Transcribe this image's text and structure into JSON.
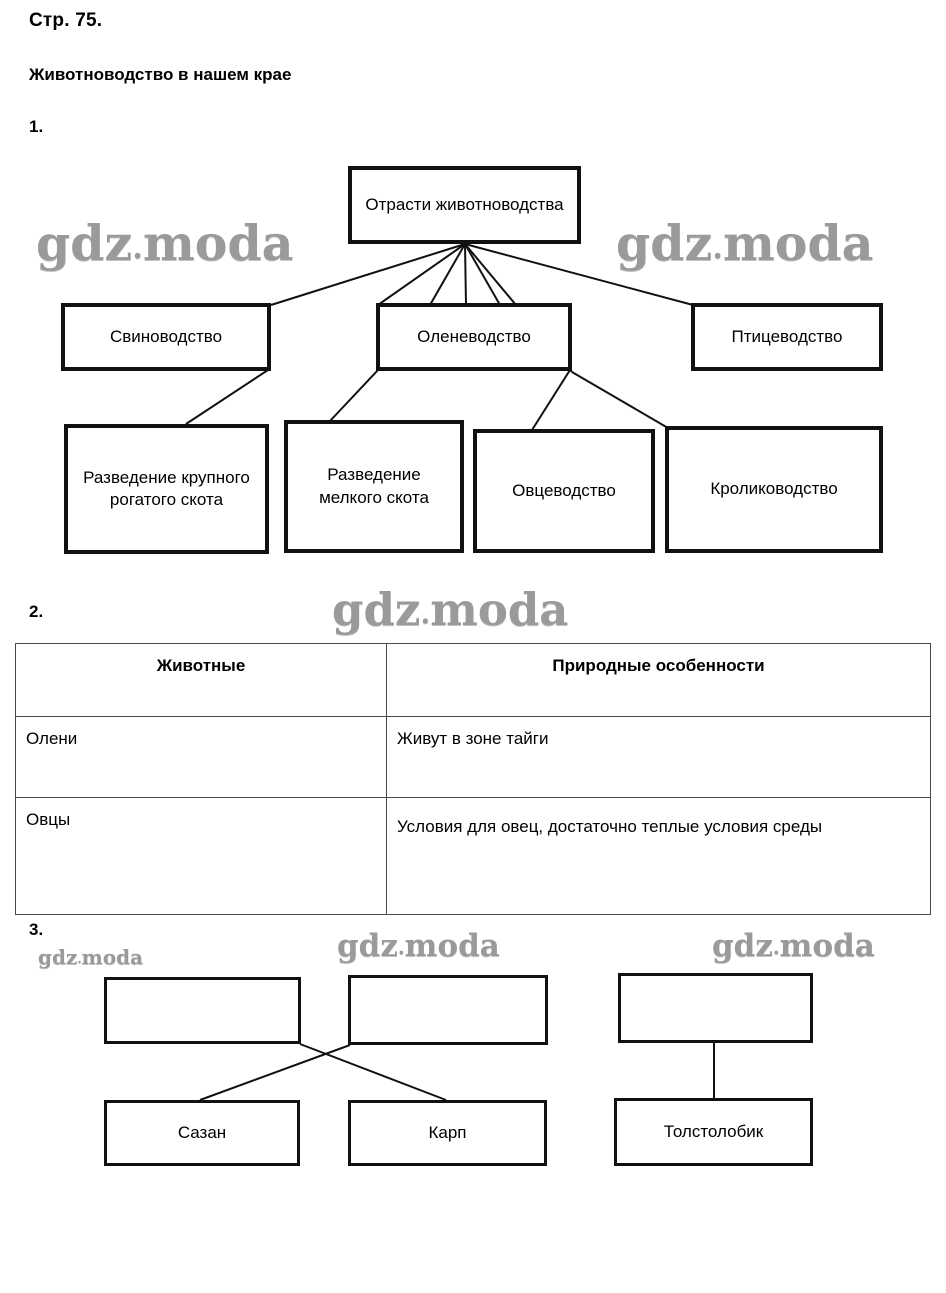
{
  "page": {
    "page_label": "Стр. 75.",
    "section_title": "Животноводство в нашем крае",
    "watermark": "gdz",
    "watermark_dot": ".",
    "watermark_tail": "moda"
  },
  "questions": {
    "q1": "1.",
    "q2": "2.",
    "q3": "3."
  },
  "diagram1": {
    "root": "Отрасти животноводства",
    "level2": [
      {
        "label": "Свиноводство"
      },
      {
        "label": "Оленеводство"
      },
      {
        "label": "Птицеводство"
      }
    ],
    "level3": [
      {
        "label": "Разведение крупного рогатого скота"
      },
      {
        "label": "Разведение мелкого скота"
      },
      {
        "label": "Овцеводство"
      },
      {
        "label": "Кролиководство"
      }
    ]
  },
  "table2": {
    "headers": [
      "Животные",
      "Природные особенности"
    ],
    "rows": [
      {
        "animal": "Олени",
        "features": "Живут в зоне тайги"
      },
      {
        "animal": "Овцы",
        "features": "Условия для овец, достаточно теплые условия среды"
      }
    ]
  },
  "diagram3": {
    "top_boxes": [
      {
        "label": ""
      },
      {
        "label": ""
      },
      {
        "label": ""
      }
    ],
    "bottom_boxes": [
      {
        "label": "Сазан"
      },
      {
        "label": "Карп"
      },
      {
        "label": "Толстолобик"
      }
    ]
  },
  "colors": {
    "ink": "#111111",
    "watermark": "#9a9a9a",
    "table_border": "#4a4a4a",
    "background": "#ffffff"
  }
}
